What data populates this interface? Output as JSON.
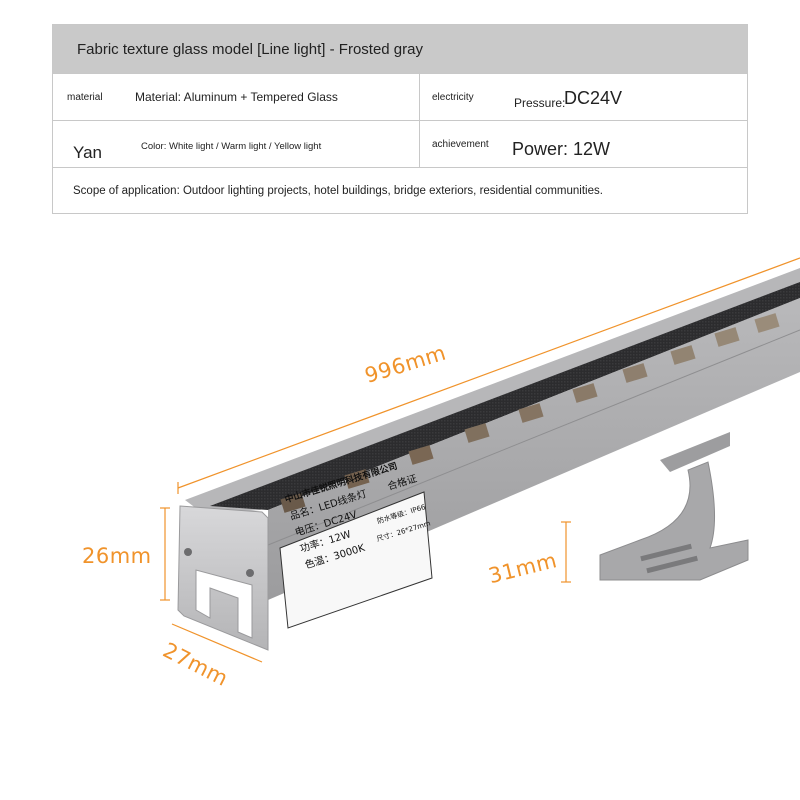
{
  "spec": {
    "title": "Fabric texture glass model [Line light] - Frosted gray",
    "material_label": "material",
    "material_value": "Material: Aluminum + Tempered Glass",
    "electricity_label": "electricity",
    "pressure_label": "Pressure:",
    "pressure_value": "DC24V",
    "yan_label": "Yan",
    "color_value": "Color: White light / Warm light / Yellow light",
    "achievement_label": "achievement",
    "power_value": "Power: 12W",
    "scope": "Scope of application: Outdoor lighting projects, hotel buildings, bridge exteriors, residential communities."
  },
  "dimensions": {
    "length": "996mm",
    "height": "26mm",
    "width": "27mm",
    "bracket": "31mm"
  },
  "sticker": {
    "company": "中山市佳锐照明科技有限公司",
    "cert": "合格证",
    "name": "品名：LED线条灯",
    "voltage": "电压：DC24V",
    "waterproof": "防水等级：IP66",
    "power": "功率：12W",
    "color_temp": "色温：3000K",
    "size": "尺寸：26*27mm"
  },
  "colors": {
    "dimension": "#f0932b",
    "housing": "#a9a9ab",
    "header_bg": "#c9c9c9"
  }
}
